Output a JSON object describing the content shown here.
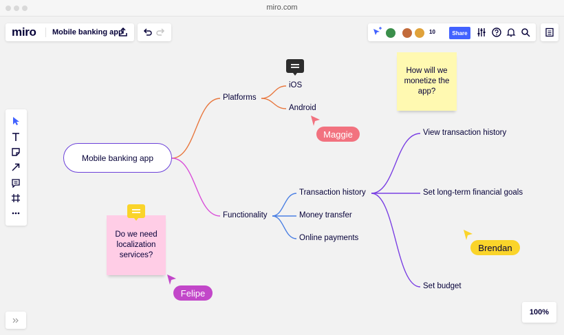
{
  "window": {
    "url": "miro.com"
  },
  "toolbar": {
    "logo": "miro",
    "board_title": "Mobile banking app",
    "collaborator_count": "10",
    "share_label": "Share"
  },
  "mindmap": {
    "root": "Mobile banking app",
    "platforms": {
      "label": "Platforms",
      "children": [
        "iOS",
        "Android"
      ]
    },
    "functionality": {
      "label": "Functionality",
      "children": [
        "Transaction history",
        "Money transfer",
        "Online payments"
      ]
    },
    "transaction_history_children": [
      "View transaction history",
      "Set long-term financial goals",
      "Set budget"
    ]
  },
  "stickies": {
    "monetize": "How will we monetize the app?",
    "localization": "Do we need localization services?"
  },
  "cursors": {
    "maggie": "Maggie",
    "brendan": "Brendan",
    "felipe": "Felipe"
  },
  "zoom": {
    "level": "100%"
  },
  "colors": {
    "accent": "#4262ff",
    "platforms_branch": "#e8773e",
    "functionality_branch": "#d94fd9",
    "sub_branch_blue": "#4a7fe3",
    "sub_branch_purple": "#7a3fe3",
    "root_border": "#6a3fd9",
    "sticky_yellow": "#fff9b1",
    "sticky_pink": "#ffcde6",
    "maggie": "#f2727f",
    "brendan": "#fad42a",
    "felipe": "#c247c9"
  }
}
